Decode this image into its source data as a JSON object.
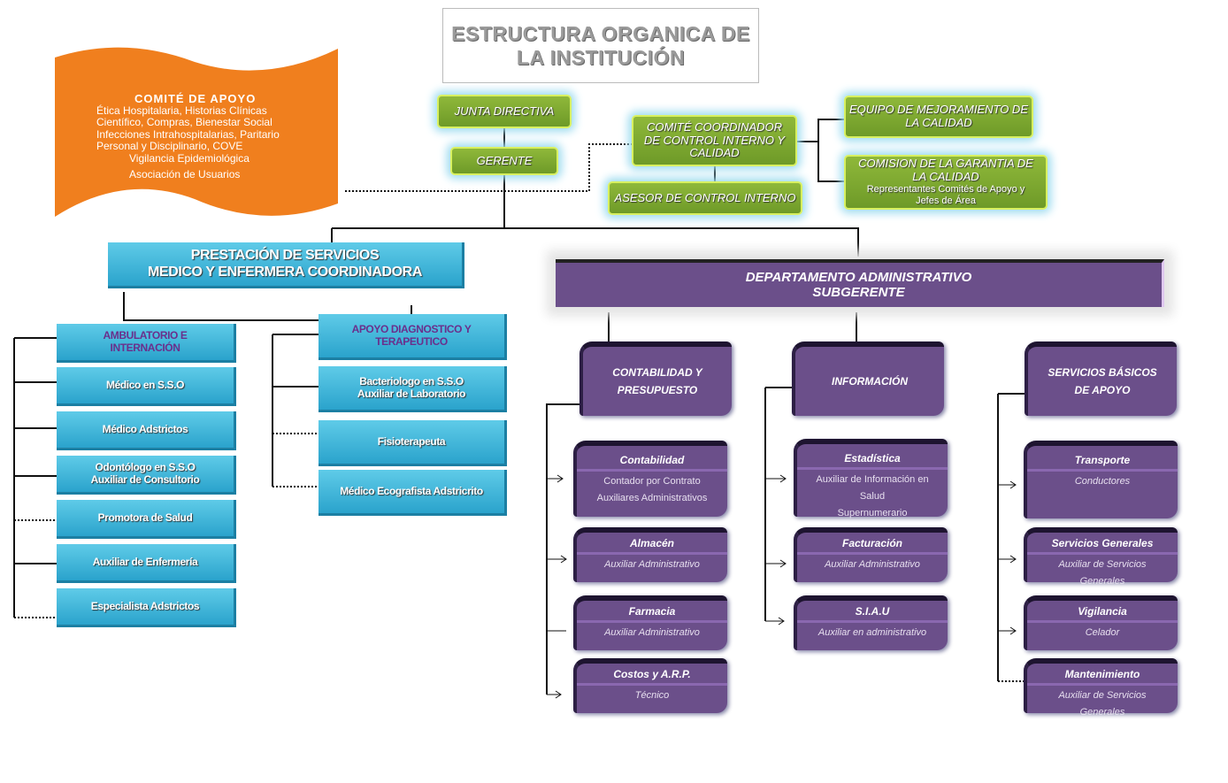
{
  "title": {
    "line1": "ESTRUCTURA ORGANICA DE",
    "line2": "LA INSTITUCIÓN"
  },
  "comite_apoyo": {
    "title": "COMITÉ DE APOYO",
    "lines": [
      "Ética Hospitalaria, Historias Clínicas",
      "Científico,  Compras, Bienestar Social",
      "Infecciones  Intrahospitalarias,  Paritario",
      "Personal y Disciplinario, COVE",
      "Vigilancia Epidemiológica",
      "Asociación de Usuarios"
    ]
  },
  "junta": "JUNTA DIRECTIVA",
  "gerente": "GERENTE",
  "comite_coordinador": {
    "lines": [
      "COMITÉ  COORDINADOR",
      "DE CONTROL  INTERNO  Y",
      "CALIDAD"
    ]
  },
  "asesor": "ASESOR  DE CONTROL INTERNO",
  "equipo": {
    "lines": [
      "EQUIPO DE MEJORAMIENTO  DE",
      "LA CALIDAD"
    ]
  },
  "comision": {
    "lines": [
      "COMISION DE LA GARANTIA DE",
      "LA CALIDAD"
    ],
    "sub": [
      "Representantes  Comités de Apoyo y",
      "Jefes de Área"
    ]
  },
  "prestacion": {
    "line1": "PRESTACIÓN DE SERVICIOS",
    "line2": "MEDICO Y ENFERMERA   COORDINADORA"
  },
  "admin": {
    "line1": "DEPARTAMENTO ADMINISTRATIVO",
    "line2": "SUBGERENTE"
  },
  "ambulatorio": [
    {
      "lines": [
        "AMBULATORIO E",
        "INTERNACIÓN"
      ]
    },
    {
      "lines": [
        "Médico en S.S.O"
      ]
    },
    {
      "lines": [
        "Médico Adstrictos"
      ]
    },
    {
      "lines": [
        "Odontólogo  en  S.S.O",
        "Auxiliar  de Consultorio"
      ]
    },
    {
      "lines": [
        "Promotora de Salud"
      ]
    },
    {
      "lines": [
        "Auxiliar de Enfermería"
      ]
    },
    {
      "lines": [
        "Especialista Adstrictos"
      ]
    }
  ],
  "apoyo": [
    {
      "lines": [
        "APOYO DIAGNOSTICO Y",
        "TERAPEUTICO"
      ]
    },
    {
      "lines": [
        "Bacteriologo en S.S.O",
        "Auxiliar de Laboratorio"
      ]
    },
    {
      "lines": [
        "Fisioterapeuta"
      ]
    },
    {
      "lines": [
        "Médico Ecografista  Adstricrito"
      ]
    }
  ],
  "columns": [
    {
      "header": [
        "CONTABILIDAD Y",
        "PRESUPUESTO"
      ],
      "items": [
        {
          "title": "Contabilidad",
          "lines": [
            "Contador por Contrato",
            "Auxiliares Administrativos"
          ]
        },
        {
          "title": "Almacén",
          "lines": [
            "Auxiliar Administrativo"
          ]
        },
        {
          "title": "Farmacia",
          "lines": [
            "Auxiliar Administrativo"
          ]
        },
        {
          "title": "Costos  y A.R.P.",
          "lines": [
            "Técnico"
          ]
        }
      ]
    },
    {
      "header": [
        "INFORMACIÓN"
      ],
      "items": [
        {
          "title": "Estadística",
          "lines": [
            "Auxiliar de Información  en",
            "Salud",
            "Supernumerario"
          ]
        },
        {
          "title": "Facturación",
          "lines": [
            "Auxiliar Administrativo"
          ]
        },
        {
          "title": "S.I.A.U",
          "lines": [
            "Auxiliar en administrativo"
          ]
        }
      ]
    },
    {
      "header": [
        "SERVICIOS BÁSICOS",
        "DE APOYO"
      ],
      "items": [
        {
          "title": "Transporte",
          "lines": [
            "Conductores"
          ]
        },
        {
          "title": "Servicios  Generales",
          "lines": [
            "Auxiliar de Servicios",
            "Generales"
          ]
        },
        {
          "title": "Vigilancia",
          "lines": [
            "Celador"
          ]
        },
        {
          "title": "Mantenimiento",
          "lines": [
            "Auxiliar de Servicios",
            "Generales"
          ]
        }
      ]
    }
  ],
  "colors": {
    "orange": "#f58a23",
    "green": "#7aa631",
    "blue": "#3bb4dc",
    "purple": "#6b4f8a"
  }
}
